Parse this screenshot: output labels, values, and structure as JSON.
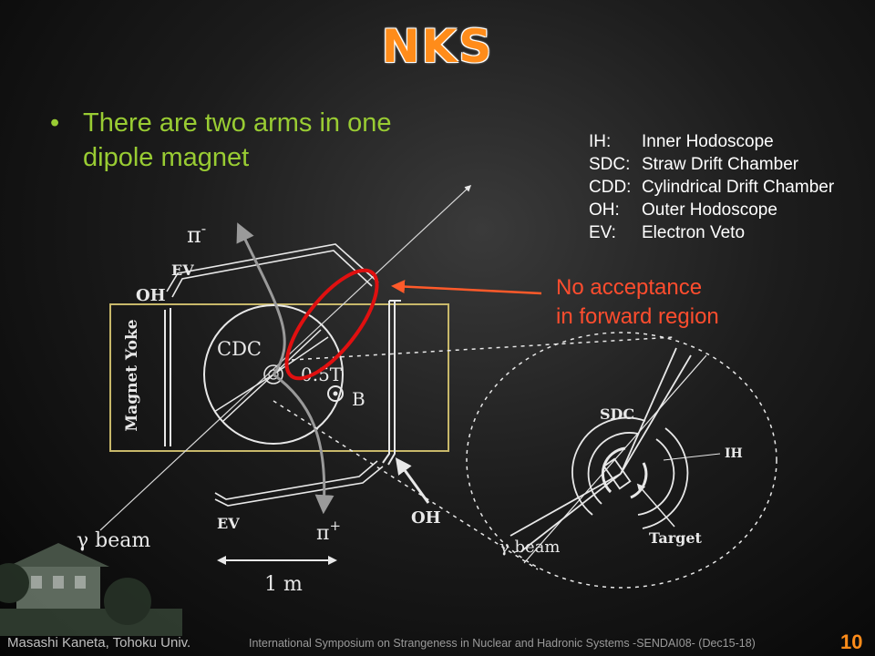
{
  "slide": {
    "title": "NKS",
    "bullet": "There are two arms in one dipole magnet",
    "bullet_marker": "•",
    "legend": [
      {
        "abbr": "IH:",
        "desc": "Inner Hodoscope"
      },
      {
        "abbr": "SDC:",
        "desc": "Straw Drift Chamber"
      },
      {
        "abbr": "CDD:",
        "desc": "Cylindrical Drift Chamber"
      },
      {
        "abbr": "OH:",
        "desc": "Outer Hodoscope"
      },
      {
        "abbr": "EV:",
        "desc": "Electron Veto"
      }
    ],
    "callout_line1": "No acceptance",
    "callout_line2": "in forward region",
    "footer_author": "Masashi Kaneta, Tohoku Univ.",
    "footer_event": "International Symposium on Strangeness in Nuclear and Hadronic Systems -SENDAI08- (Dec15-18)",
    "page_number": "10"
  },
  "diagram": {
    "magnet_yoke": "Magnet Yoke",
    "cdc": "CDC",
    "field": "0.5T",
    "b_label": "B",
    "pi_minus": "π",
    "pi_minus_sup": "-",
    "pi_plus": "π",
    "pi_plus_sup": "+",
    "ev_top": "EV",
    "ev_bottom": "EV",
    "oh_top": "OH",
    "oh_bottom": "OH",
    "gamma_beam": "γ beam",
    "gamma_beam_zoom": "γ beam",
    "scale": "1 m",
    "sdc": "SDC",
    "ih": "IH",
    "target": "Target"
  },
  "colors": {
    "title": "#ff8c1a",
    "bullet": "#99cc33",
    "callout": "#ff4d2e",
    "yoke": "#c8b86a",
    "ellipse": "#e01010"
  }
}
